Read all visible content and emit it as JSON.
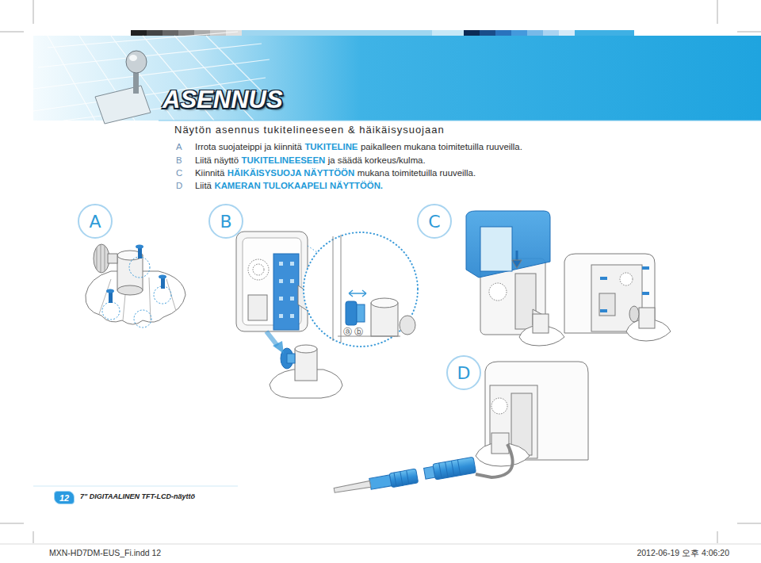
{
  "diagram": {
    "title": "ASENNUS",
    "nodes": [
      {
        "text": [
          "A"
        ]
      },
      {
        "text": [
          "B"
        ]
      },
      {
        "text": [
          "C"
        ]
      },
      {
        "text": [
          "D"
        ]
      },
      {
        "text": [
          "12"
        ]
      }
    ],
    "labels": [
      "Näytön asennus tukitelineeseen & häikäisysuojaan",
      "A",
      "Irrota suojateippi ja kiinnitä",
      "TUKITELINE",
      "paikalleen mukana toimitetuilla ruuveilla.",
      "B",
      "Liitä näyttö",
      "TUKITELINEESEEN",
      "ja säädä korkeus/kulma.",
      "C",
      "Kiinnitä",
      "HÄIKÄISYSUOJA NÄYTTÖÖN",
      "mukana toimitetuilla ruuveilla.",
      "D",
      "Liitä",
      "KAMERAN TULOKAAPELI NÄYTTÖÖN.",
      "ⓐ",
      "ⓑ",
      "7\" DIGITAALINEN TFT-LCD-näyttö",
      "MXN-HD7DM-EUS_Fi.indd   12",
      "2012-06-19   오후 4:06:20"
    ]
  }
}
